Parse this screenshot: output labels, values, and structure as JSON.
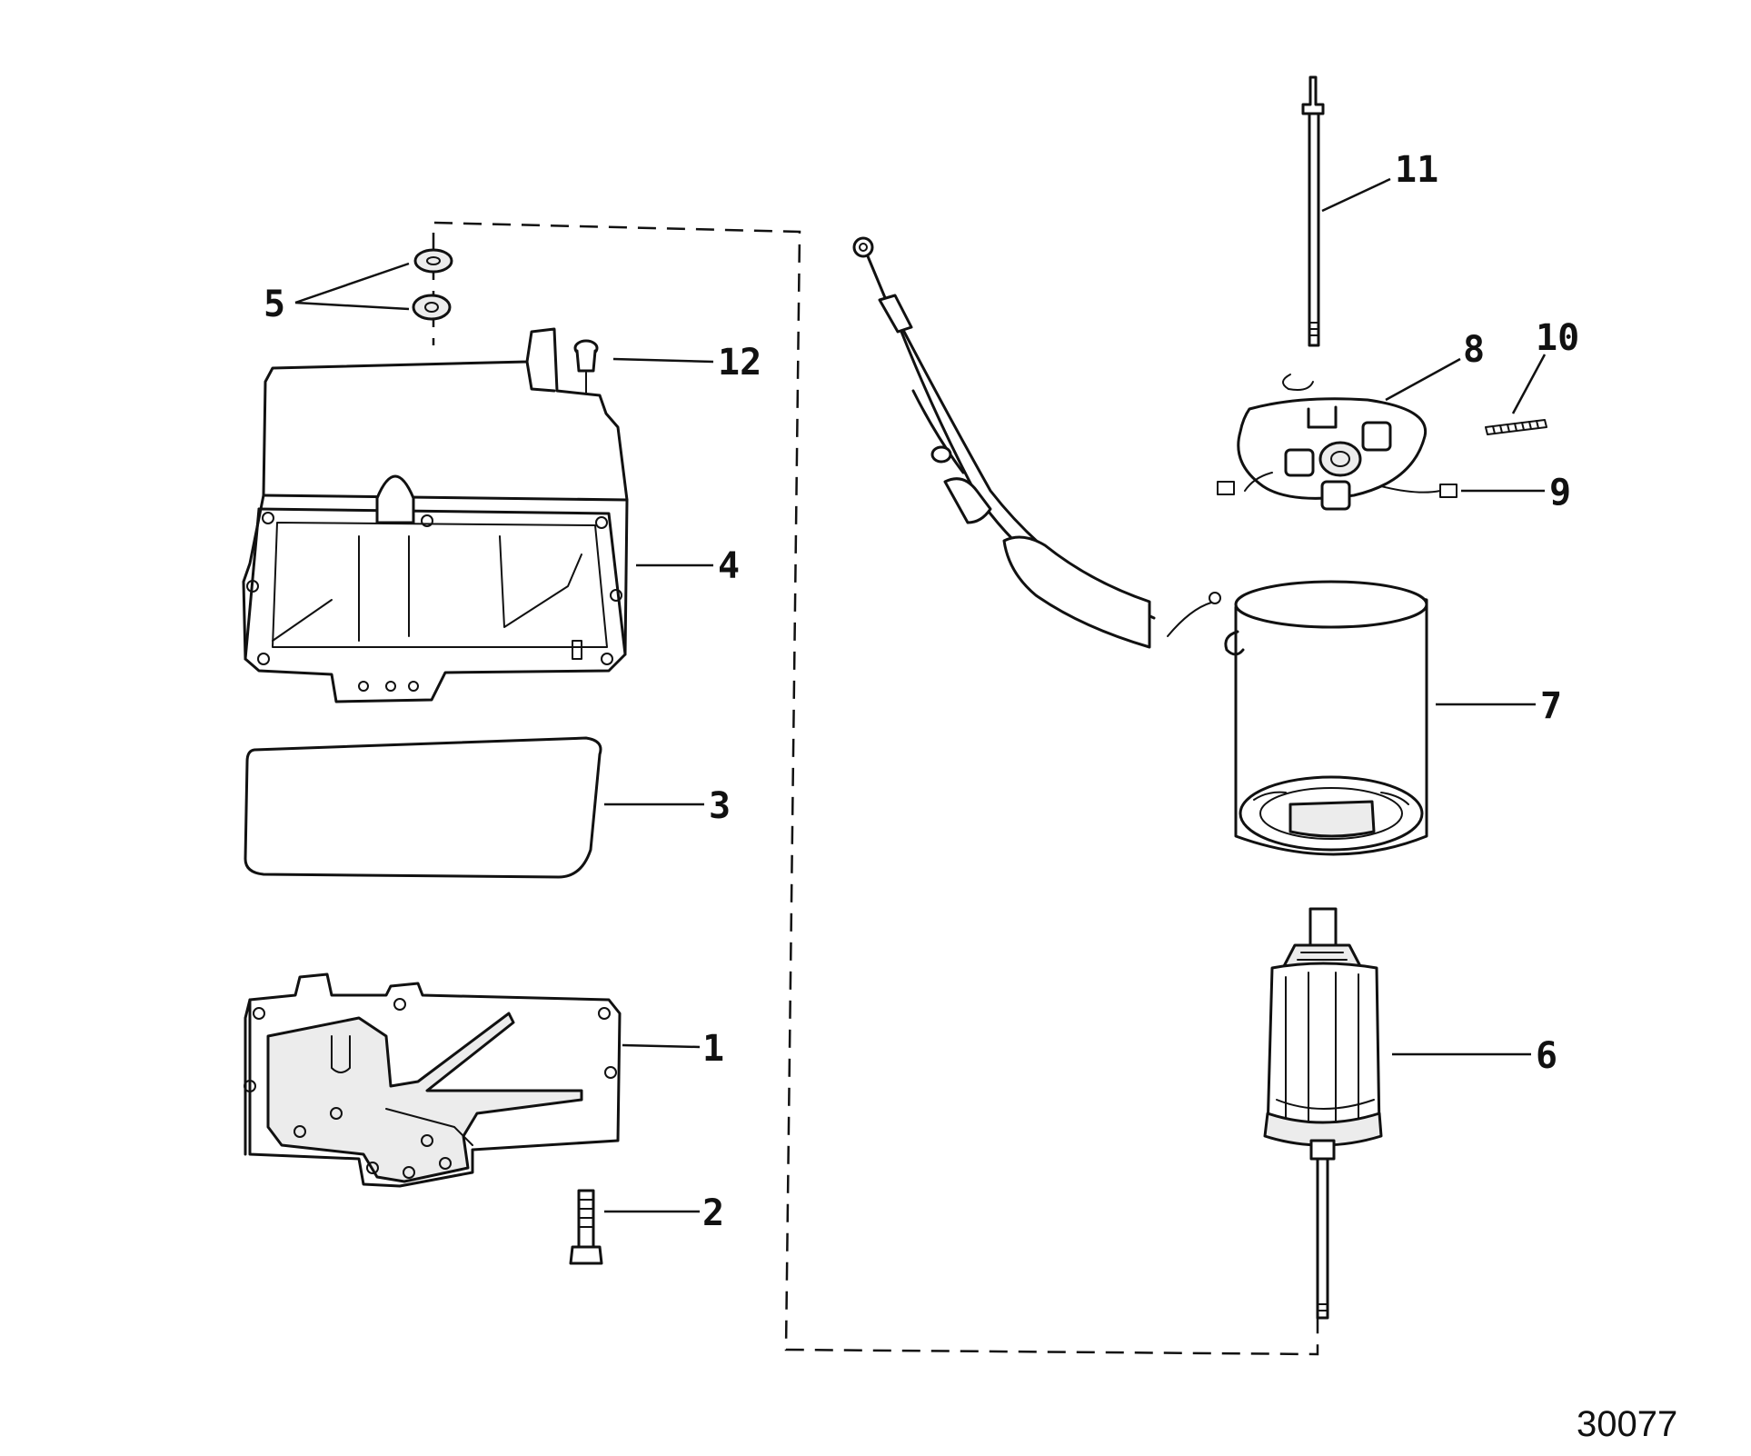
{
  "callouts": {
    "c1": "1",
    "c2": "2",
    "c3": "3",
    "c4": "4",
    "c5": "5",
    "c6": "6",
    "c7": "7",
    "c8": "8",
    "c9": "9",
    "c10": "10",
    "c11": "11",
    "c12": "12"
  },
  "figure_number": "30077"
}
